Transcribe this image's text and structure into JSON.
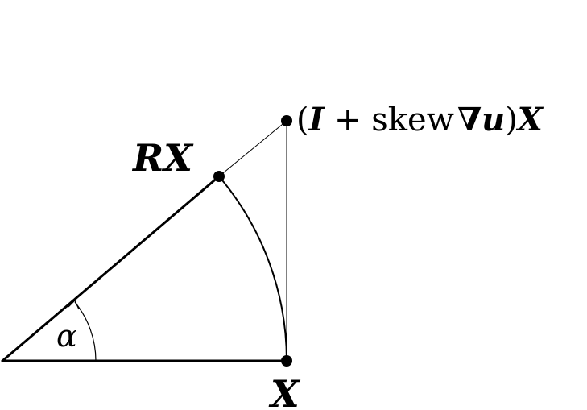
{
  "labels": {
    "rx": {
      "r": "R",
      "x": "X"
    },
    "x": "X",
    "alpha": "α",
    "linearized": {
      "open": "(",
      "i": "I",
      "plus": " + ",
      "skew": "skew",
      "nabla": "∇",
      "u": "u",
      "close": ")",
      "x": "X"
    }
  },
  "colors": {
    "stroke": "#000000",
    "background": "#ffffff"
  }
}
